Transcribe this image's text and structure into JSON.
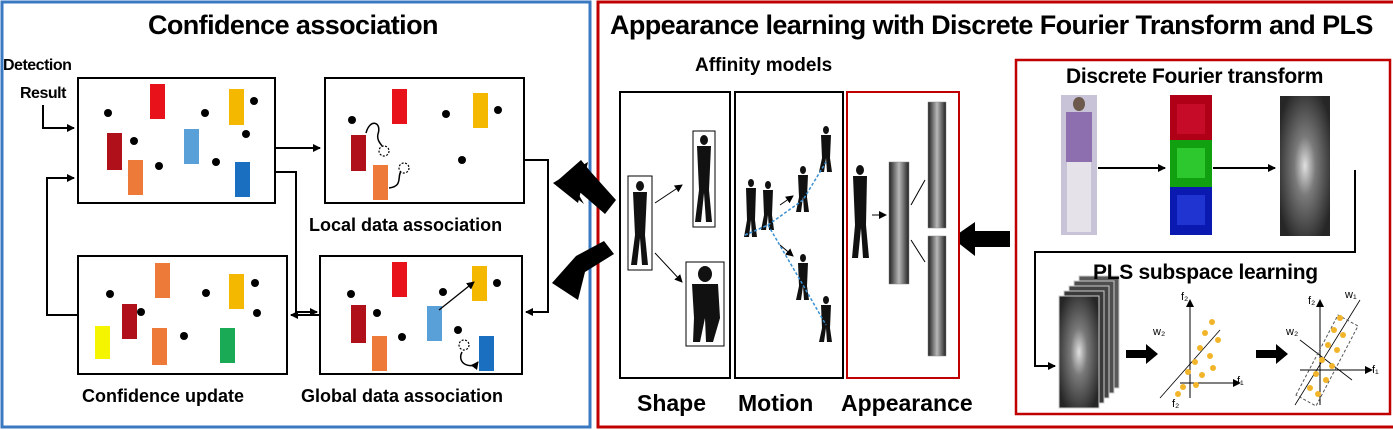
{
  "left_panel": {
    "title": "Confidence association",
    "input_label_line1": "Detection",
    "input_label_line2": "Result",
    "boxes": {
      "detection": "",
      "local": "Local data association",
      "global": "Global data association",
      "confidence": "Confidence update"
    }
  },
  "right_panel": {
    "title": "Appearance learning with Discrete Fourier Transform and PLS",
    "affinity_title": "Affinity models",
    "columns": [
      "Shape",
      "Motion",
      "Appearance"
    ],
    "dft_title": "Discrete Fourier transform",
    "pls_title": "PLS subspace learning",
    "axis_labels": {
      "w1": "w₁",
      "w2": "w₂",
      "f1": "f₁",
      "f2": "f₂"
    }
  },
  "colors": {
    "left_border": "#3a78c2",
    "right_border": "#c00000",
    "red": "#e8121b",
    "darkred": "#b0101a",
    "orange": "#ee7a3a",
    "blue": "#5aa0d8",
    "darkblue": "#1a6fc0",
    "gold": "#f5b800",
    "yellow": "#f5f500",
    "green": "#1aaa55",
    "pls_point": "#f2b52a"
  }
}
